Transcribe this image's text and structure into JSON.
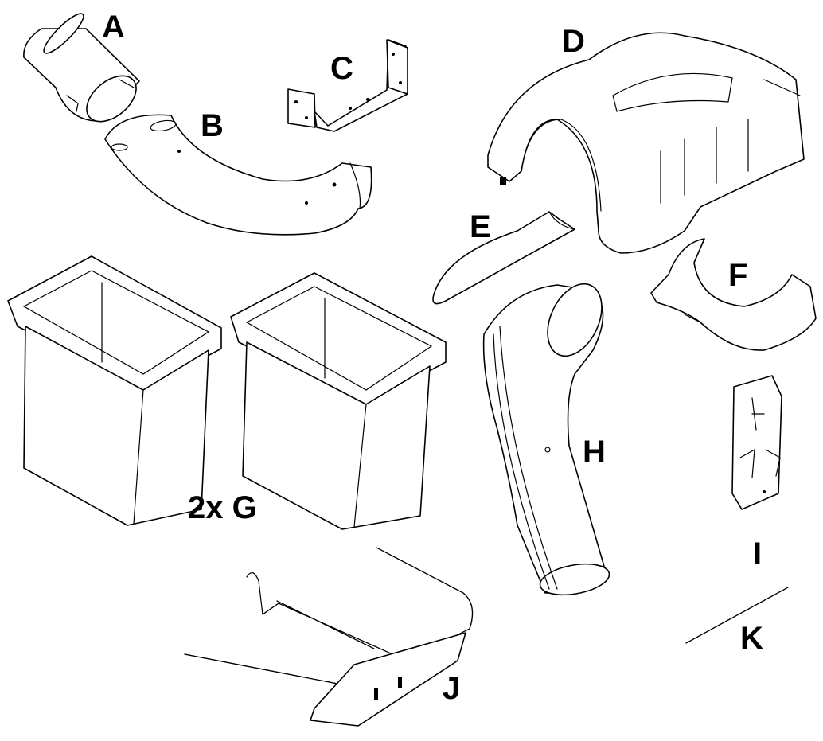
{
  "diagram": {
    "parts": [
      {
        "id": "a",
        "label": "A",
        "icon": "tube-icon"
      },
      {
        "id": "b",
        "label": "B",
        "icon": "curved-chute-icon"
      },
      {
        "id": "c",
        "label": "C",
        "icon": "bracket-icon"
      },
      {
        "id": "d",
        "label": "D",
        "icon": "hood-cover-icon"
      },
      {
        "id": "e",
        "label": "E",
        "icon": "deflector-plate-icon"
      },
      {
        "id": "f",
        "label": "F",
        "icon": "adapter-shell-icon"
      },
      {
        "id": "g",
        "label": "2x G",
        "icon": "bag-bin-icon"
      },
      {
        "id": "h",
        "label": "H",
        "icon": "discharge-tube-icon"
      },
      {
        "id": "i",
        "label": "I",
        "icon": "latch-plate-icon"
      },
      {
        "id": "j",
        "label": "J",
        "icon": "frame-icon"
      },
      {
        "id": "k",
        "label": "K",
        "icon": "rod-icon"
      }
    ],
    "colors": {
      "line": "#000000",
      "background": "#ffffff"
    }
  }
}
